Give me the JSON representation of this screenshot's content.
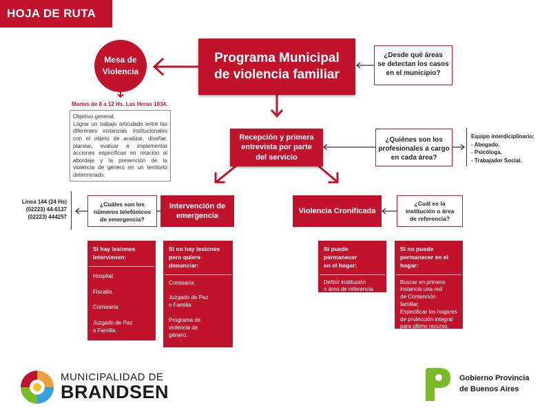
{
  "header": {
    "title": "HOJA DE RUTA"
  },
  "mesa": {
    "line1": "Mesa de",
    "line2": "Violencia"
  },
  "programa": {
    "line1": "Programa Municipal",
    "line2": "de violencia familiar"
  },
  "q_areas": {
    "line1": "¿Desde qué áreas",
    "line2": "se detectan los casos",
    "line3": "en el municipio?"
  },
  "horario": "Martes de 8 a 12 Hs. Las Heras 1034.",
  "objetivo": {
    "title": "Objetivo general:",
    "text": "Lograr un trabajo articulado entre las diferentes instancias institucionales con el objeto de analizar, diseñar, planear, evaluar e implementar acciones específicas en relación al abordaje y la prevención de la violencia de género en un territorio determinado."
  },
  "recepcion": {
    "line1": "Recepción y primera",
    "line2": "entrevista por parte",
    "line3": "del servicio"
  },
  "q_profesionales": {
    "line1": "¿Quiénes son los",
    "line2": "profesionales a cargo",
    "line3": "en cada área?"
  },
  "equipo": {
    "title": "Equipo interdiciplinario:",
    "items": [
      "- Abogado.",
      "- Psicóloga.",
      "- Trabajador Social."
    ]
  },
  "linea": {
    "line1": "Línea 144 (24 Hs)",
    "line2": "(02223) 44-6137",
    "line3": "(02223) 444257"
  },
  "q_telefonos": {
    "line1": "¿Cuáles son los",
    "line2": "números telefónicos",
    "line3": "de emergencia?"
  },
  "intervencion": {
    "line1": "Intervención de",
    "line2": "emergencia"
  },
  "cronificada": {
    "label": "Violencia Cronificada"
  },
  "q_referencia": {
    "line1": "¿Cuál es la",
    "line2": "institución o área",
    "line3": "de referencia?"
  },
  "panel_lesiones": {
    "heading1": "Si hay lesiones",
    "heading2": "intervienen:",
    "items": [
      "Hospital.",
      "Fiscalía.",
      "Comisaría.",
      "Juzgado de Paz",
      "o Familia."
    ]
  },
  "panel_no_lesiones": {
    "heading1": "Si no hay lesiones",
    "heading2": "pero quiere",
    "heading3": "denunciar:",
    "items": [
      "Comisaría.",
      "Juzgado de Paz",
      "o Familia.",
      "Programa de",
      "violencia de",
      "género."
    ]
  },
  "panel_permanecer": {
    "heading1": "Si puede permanecer",
    "heading2": "en el hogar:",
    "items": [
      "Definir institución",
      "o área de referencia."
    ]
  },
  "panel_no_permanecer": {
    "heading1": "Si no puede",
    "heading2": "permanecer en el",
    "heading3": "hogar:",
    "items": [
      "Buscar en primera",
      "instancia una red",
      "de Contención",
      "familiar.",
      "Especificar los hogares",
      "de protección integral",
      "para último recurso."
    ]
  },
  "footer": {
    "muni_line1": "MUNICIPALIDAD DE",
    "muni_line2": "BRANDSEN",
    "gob_line1": "Gobierno Provincia",
    "gob_line2": "de Buenos Aires"
  },
  "colors": {
    "accent": "#c0122a",
    "province_green": "#7ab929"
  }
}
